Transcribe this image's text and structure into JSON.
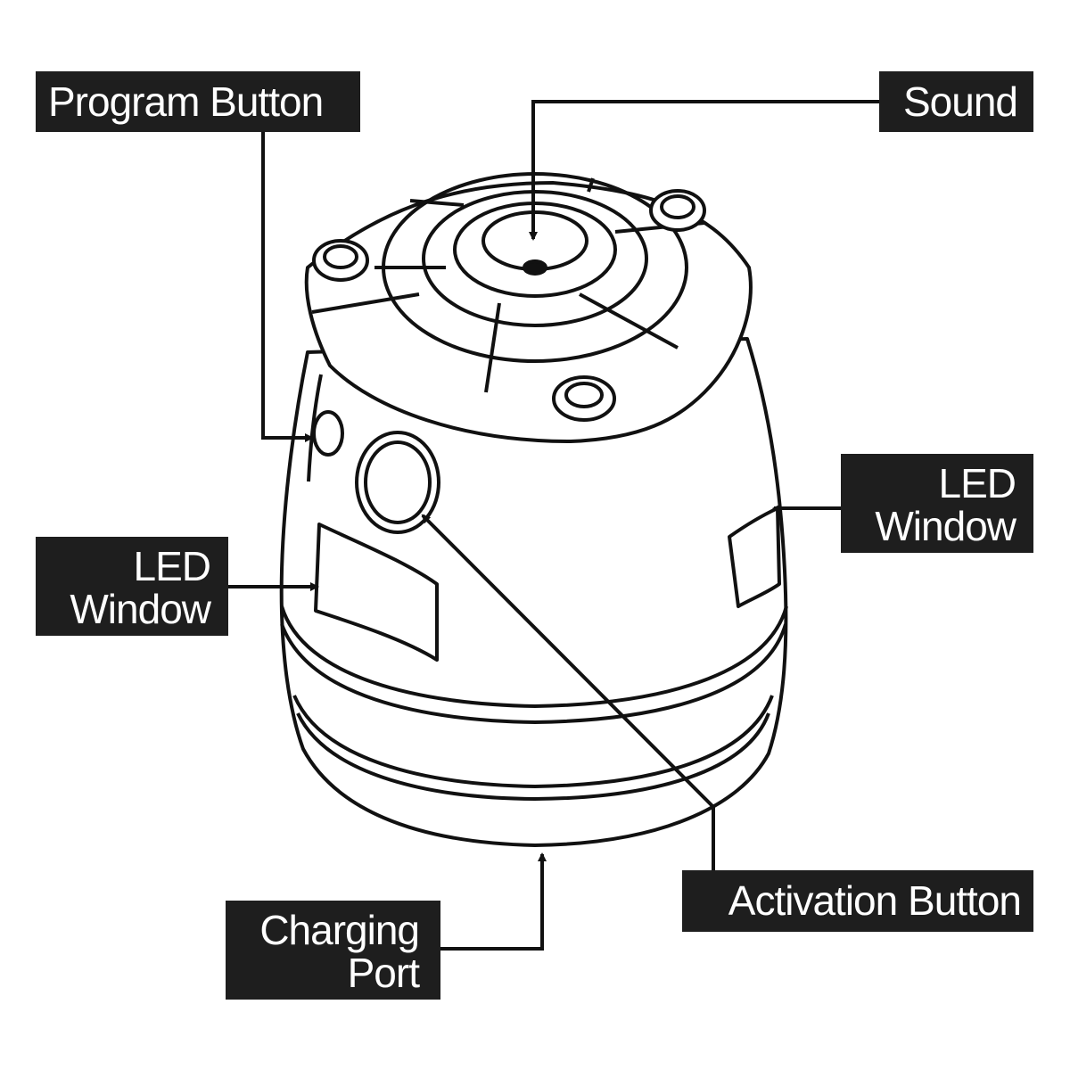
{
  "labels": {
    "program_button": "Program Button",
    "sound": "Sound",
    "led_window_right": [
      "LED",
      "Window"
    ],
    "led_window_left": [
      "LED",
      "Window"
    ],
    "activation_button": "Activation Button",
    "charging_port": [
      "Charging",
      "Port"
    ]
  },
  "colors": {
    "label_background": "#1e1e1e",
    "label_text": "#ffffff",
    "line_art": "#111111",
    "background": "#ffffff"
  }
}
